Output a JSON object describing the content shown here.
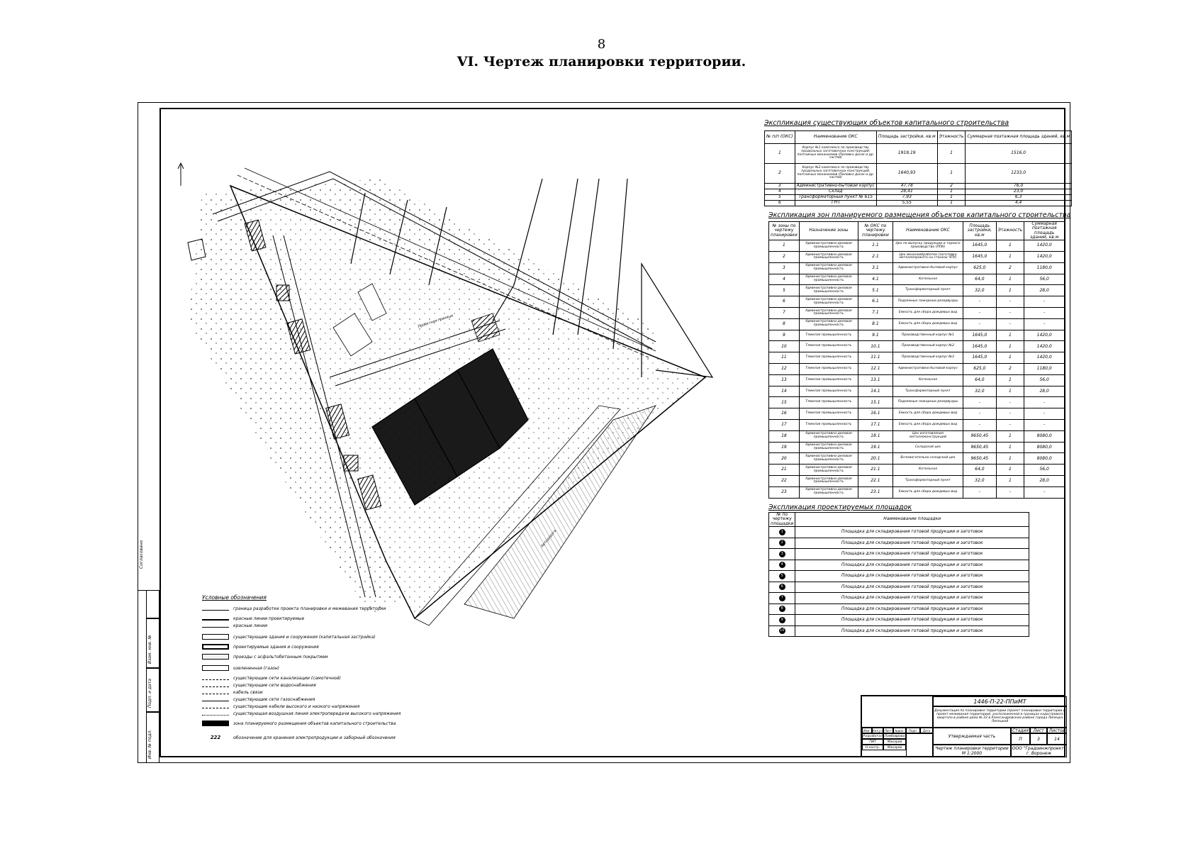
{
  "page": {
    "number": "8",
    "section_title": "VI.     Чертеж планировки территории."
  },
  "existing_table": {
    "caption": "Экспликация существующих объектов капитального строительства",
    "headers": [
      "№ п/п (ОКС)",
      "Наименование ОКС",
      "Площадь застройки, кв.м",
      "Этажность",
      "Суммарная поэтажная площадь зданий, кв.м"
    ],
    "rows": [
      [
        "1",
        "Корпус №1 комплекса по производству продольных заготовочных конструкций, поэтажных механизмов (Пиловка досок и др. частей)",
        "1919,19",
        "1",
        "1516,0"
      ],
      [
        "2",
        "Корпус №2 комплекса по производству продольных заготовочных конструкций, поэтажных механизмов (Пиловка досок и др. частей)",
        "1640,93",
        "1",
        "1233,0"
      ],
      [
        "3",
        "Административно-бытовой корпус",
        "47,78",
        "2",
        "76,0"
      ],
      [
        "4",
        "Склад",
        "28,41",
        "1",
        "23,0"
      ],
      [
        "5",
        "Трансформаторный пункт № 615",
        "7,93",
        "1",
        "6,3"
      ],
      [
        "6",
        "ГРП",
        "5,55",
        "1",
        "4,4"
      ]
    ]
  },
  "zones_table": {
    "caption": "Экспликация зон планируемого размещения объектов капитального строительства",
    "headers": [
      "№ зоны по чертежу планировки",
      "Назначение зоны",
      "№ ОКС по чертежу планировки",
      "Наименование ОКС",
      "Площадь застройки, кв.м",
      "Этажность",
      "Суммарная поэтажная площадь зданий, кв.м"
    ],
    "rows": [
      [
        "1",
        "Административно-деловая промышленность",
        "1.1",
        "Цех по выпуску продукции и тарного производства (ЛПК)",
        "1645,0",
        "1",
        "1420,0"
      ],
      [
        "2",
        "Административно-деловая промышленность",
        "2.1",
        "Цех механообработки (заготовка металлопроката на станках ЧПУ)",
        "1645,0",
        "1",
        "1420,0"
      ],
      [
        "3",
        "Административно-деловая промышленность",
        "3.1",
        "Административно-бытовой корпус",
        "625,0",
        "2",
        "1180,0"
      ],
      [
        "4",
        "Административно-деловая промышленность",
        "4.1",
        "Котельная",
        "64,0",
        "1",
        "56,0"
      ],
      [
        "5",
        "Административно-деловая промышленность",
        "5.1",
        "Трансформаторный пункт",
        "32,0",
        "1",
        "28,0"
      ],
      [
        "6",
        "Административно-деловая промышленность",
        "6.1",
        "Подземные пожарные резервуары",
        "-",
        "-",
        "-"
      ],
      [
        "7",
        "Административно-деловая промышленность",
        "7.1",
        "Емкость для сбора дождевых вод",
        "-",
        "-",
        "-"
      ],
      [
        "8",
        "Административно-деловая промышленность",
        "8.1",
        "Емкость для сбора дождевых вод",
        "-",
        "-",
        "-"
      ],
      [
        "9",
        "Тяжелая промышленность",
        "9.1",
        "Производственный корпус №1",
        "1645,0",
        "1",
        "1420,0"
      ],
      [
        "10",
        "Тяжелая промышленность",
        "10.1",
        "Производственный корпус №2",
        "1645,0",
        "1",
        "1420,0"
      ],
      [
        "11",
        "Тяжелая промышленность",
        "11.1",
        "Производственный корпус №3",
        "1645,0",
        "1",
        "1420,0"
      ],
      [
        "12",
        "Тяжелая промышленность",
        "12.1",
        "Административно-бытовой корпус",
        "625,0",
        "2",
        "1180,0"
      ],
      [
        "13",
        "Тяжелая промышленность",
        "13.1",
        "Котельная",
        "64,0",
        "1",
        "56,0"
      ],
      [
        "14",
        "Тяжелая промышленность",
        "14.1",
        "Трансформаторный пункт",
        "32,0",
        "1",
        "28,0"
      ],
      [
        "15",
        "Тяжелая промышленность",
        "15.1",
        "Подземные пожарные резервуары",
        "-",
        "-",
        "-"
      ],
      [
        "16",
        "Тяжелая промышленность",
        "16.1",
        "Емкость для сбора дождевых вод",
        "-",
        "-",
        "-"
      ],
      [
        "17",
        "Тяжелая промышленность",
        "17.1",
        "Емкость для сбора дождевых вод",
        "-",
        "-",
        "-"
      ],
      [
        "18",
        "Административно-деловая промышленность",
        "18.1",
        "Цех изготовления металлоконструкций",
        "9650,45",
        "1",
        "8080,0"
      ],
      [
        "19",
        "Административно-деловая промышленность",
        "19.1",
        "Складской цех",
        "9650,45",
        "1",
        "8080,0"
      ],
      [
        "20",
        "Административно-деловая промышленность",
        "20.1",
        "Вспомогательно-складской цех",
        "9650,45",
        "1",
        "8080,0"
      ],
      [
        "21",
        "Административно-деловая промышленность",
        "21.1",
        "Котельная",
        "64,0",
        "1",
        "56,0"
      ],
      [
        "22",
        "Административно-деловая промышленность",
        "22.1",
        "Трансформаторный пункт",
        "32,0",
        "1",
        "28,0"
      ],
      [
        "23",
        "Административно-деловая промышленность",
        "23.1",
        "Емкость для сбора дождевых вод",
        "-",
        "-",
        "-"
      ]
    ]
  },
  "sites_table": {
    "caption": "Экспликация проектируемых площадок",
    "headers": [
      "№ по чертежу площадки",
      "Наименование площадки"
    ],
    "rows": [
      [
        "1",
        "Площадка для складирования готовой продукции и заготовок"
      ],
      [
        "2",
        "Площадка для складирования готовой продукции и заготовок"
      ],
      [
        "3",
        "Площадка для складирования готовой продукции и заготовок"
      ],
      [
        "4",
        "Площадка для складирования готовой продукции и заготовок"
      ],
      [
        "5",
        "Площадка для складирования готовой продукции и заготовок"
      ],
      [
        "6",
        "Площадка для складирования готовой продукции и заготовок"
      ],
      [
        "7",
        "Площадка для складирования готовой продукции и заготовок"
      ],
      [
        "8",
        "Площадка для складирования готовой продукции и заготовок"
      ],
      [
        "9",
        "Площадка для складирования готовой продукции и заготовок"
      ],
      [
        "10",
        "Площадка для складирования готовой продукции и заготовок"
      ]
    ]
  },
  "legend": {
    "title": "Условные обозначения",
    "items": [
      "граница разработки проекта планировки и межевания территории",
      "красные линии проектируемые",
      "красные линии",
      "существующие здания и сооружения (капитальная застройка)",
      "проектируемые здания и сооружения",
      "проезды с асфальтобетонным покрытием",
      "озелененная (газон)",
      "существующие сети канализации (самотечной)",
      "существующие сети водоснабжения",
      "кабель связи",
      "существующие сети газоснабжения",
      "существующие кабели высокого и низкого напряжения",
      "существующая воздушная линия электропередачи высокого напряжения",
      "зона планируемого размещения объектов капитального строительства",
      "обозначение для хранения электропродукции и заборный обозначения"
    ]
  },
  "stamp": {
    "code": "1446-П-22-ППиМТ",
    "description": "Документация по планировке территории (проект планировки территории и проект межевания территории), расположенной в границах кадастрового квартала в районе дома № 22 в Александровском районе города Липецка Липецкой",
    "part": "Утверждаемая часть",
    "sheet_name": "Чертеж планировки территории",
    "scale": "М 1:2000",
    "company": "ООО \"Градоинжпроект\"",
    "city": "г. Воронеж",
    "stage_label": "Стадия",
    "sheet_label": "Лист",
    "sheets_label": "Листов",
    "stage": "П",
    "sheet": "3",
    "sheets": "14",
    "roles": [
      "Разработал",
      "ГИП",
      "Н.контр."
    ],
    "names": [
      "Ламбоврова",
      "Макаров",
      "Макаров"
    ],
    "col_headers": [
      "Изм.",
      "Кол.уч",
      "Лист",
      "№док.",
      "Подп.",
      "Дата"
    ]
  },
  "left_strip": [
    "Взам. инв. №",
    "Подп. и дата",
    "Инв. № подл.",
    "Согласовано"
  ],
  "plan_labels": [
    "Проектная граница",
    "Автодорога"
  ]
}
